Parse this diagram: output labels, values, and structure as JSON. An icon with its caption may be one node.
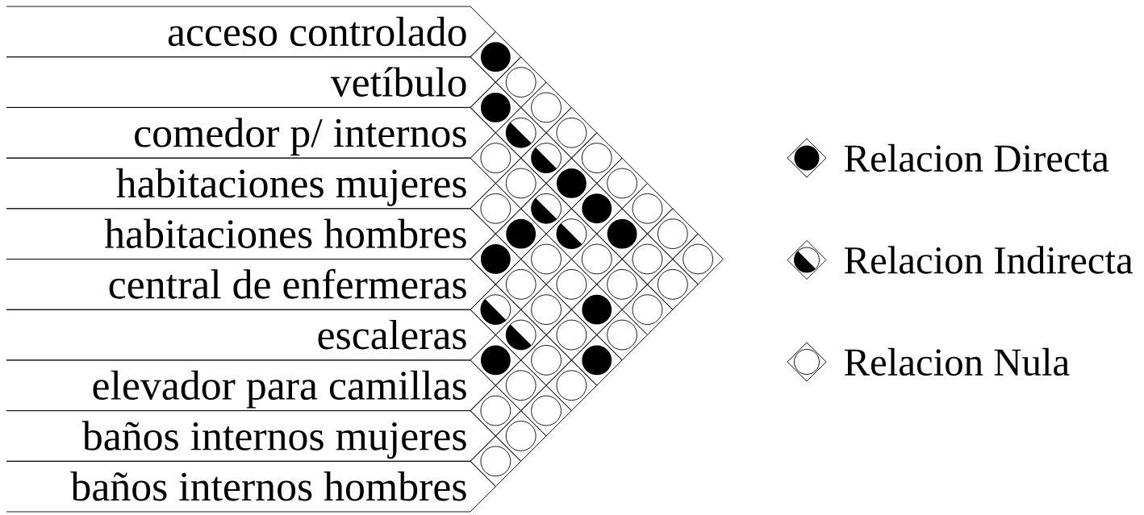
{
  "diagram": {
    "nodes": [
      {
        "text": [
          "acceso controlado"
        ]
      },
      {
        "text": [
          "vetíbulo"
        ]
      },
      {
        "text": [
          "comedor p/ internos"
        ]
      },
      {
        "text": [
          "habitaciones mujeres"
        ]
      },
      {
        "text": [
          "habitaciones hombres"
        ]
      },
      {
        "text": [
          "central de enfermeras"
        ]
      },
      {
        "text": [
          "escaleras"
        ]
      },
      {
        "text": [
          "elevador para camillas"
        ]
      },
      {
        "text": [
          "baños internos mujeres"
        ]
      },
      {
        "text": [
          "baños internos hombres"
        ]
      },
      {
        "text": [],
        "shape": "dot"
      },
      {
        "text": [],
        "shape": "circle"
      },
      {
        "text": [],
        "shape": "dot"
      },
      {
        "text": [],
        "shape": "circle"
      },
      {
        "text": [],
        "shape": "half-circle"
      },
      {
        "text": [],
        "shape": "circle"
      },
      {
        "text": [],
        "shape": "circle"
      },
      {
        "text": [],
        "shape": "half-circle"
      },
      {
        "text": [],
        "shape": "circle"
      },
      {
        "text": [],
        "shape": "circle"
      },
      {
        "text": [],
        "shape": "dot"
      },
      {
        "text": [],
        "shape": "circle"
      },
      {
        "text": [],
        "shape": "circle"
      },
      {
        "text": [],
        "shape": "half-circle"
      },
      {
        "text": [],
        "shape": "dot"
      },
      {
        "text": [],
        "shape": "circle"
      },
      {
        "text": [],
        "shape": "dot"
      },
      {
        "text": [],
        "shape": "half-circle"
      },
      {
        "text": [],
        "shape": "dot"
      },
      {
        "text": [],
        "shape": "circle"
      },
      {
        "text": [],
        "shape": "dot"
      },
      {
        "text": [],
        "shape": "circle"
      },
      {
        "text": [],
        "shape": "circle"
      },
      {
        "text": [],
        "shape": "circle"
      },
      {
        "text": [],
        "shape": "circle"
      },
      {
        "text": [],
        "shape": "circle"
      },
      {
        "text": [],
        "shape": "circle"
      },
      {
        "text": [],
        "shape": "circle"
      },
      {
        "text": [],
        "shape": "circle"
      },
      {
        "text": [],
        "shape": "half-circle"
      },
      {
        "text": [],
        "shape": "circle"
      },
      {
        "text": [],
        "shape": "dot"
      },
      {
        "text": [],
        "shape": "circle"
      },
      {
        "text": [],
        "shape": "half-circle"
      },
      {
        "text": [],
        "shape": "circle"
      },
      {
        "text": [],
        "shape": "circle"
      },
      {
        "text": [],
        "shape": "dot"
      },
      {
        "text": [],
        "shape": "circle"
      },
      {
        "text": [],
        "shape": "dot"
      },
      {
        "text": [],
        "shape": "circle"
      },
      {
        "text": [],
        "shape": "circle"
      },
      {
        "text": [],
        "shape": "circle"
      },
      {
        "text": [],
        "shape": "circle"
      },
      {
        "text": [],
        "shape": "circle"
      },
      {
        "text": [],
        "shape": "circle"
      }
    ],
    "legend": [
      {
        "text": "Relacion Directa"
      },
      {
        "text": "Relacion Indirecta"
      },
      {
        "text": "Relacion Nula"
      }
    ]
  }
}
